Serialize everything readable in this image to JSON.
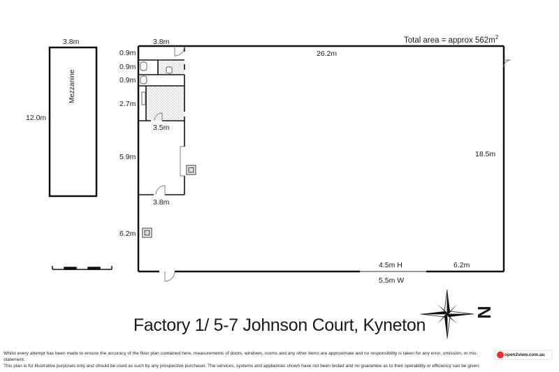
{
  "plan": {
    "total_area_prefix": "Total area = approx 562m",
    "total_area_sup": "2",
    "mezzanine": {
      "label": "Mezzanine",
      "width": "3.8m",
      "length": "12.0m"
    },
    "dims": {
      "top_small_room": "3.8m",
      "main_width": "26.2m",
      "main_depth": "18.5m",
      "row1": "0.9m",
      "row2": "0.9m",
      "row3": "0.9m",
      "wet_area": "2.7m",
      "office_width": "3.5m",
      "office_depth": "5.9m",
      "office_bottom": "3.8m",
      "lower_left": "6.2m",
      "door_h": "4.5m  H",
      "door_w": "5.5m  W",
      "right_bottom": "6.2m"
    }
  },
  "title": "Factory 1/  5-7 Johnson Court, Kyneton",
  "compass": {
    "north_letter": "N"
  },
  "disclaimer": {
    "line1": "Whilst every attempt has been made to ensure the accuracy of the floor plan contained here, measurements of doors, windows, rooms and any other items are approximate and no responsibility is taken for any error, omission, or mis-statement.",
    "line2": "This plan is for illustrative purposes only and should be used as such by any prospective purchaser. The services, systems and appliances shown have not been tested and no guarantee as to their operability or efficiency can be given."
  },
  "logo": {
    "text": "open2view.com.au",
    "color": "#e8312a"
  }
}
